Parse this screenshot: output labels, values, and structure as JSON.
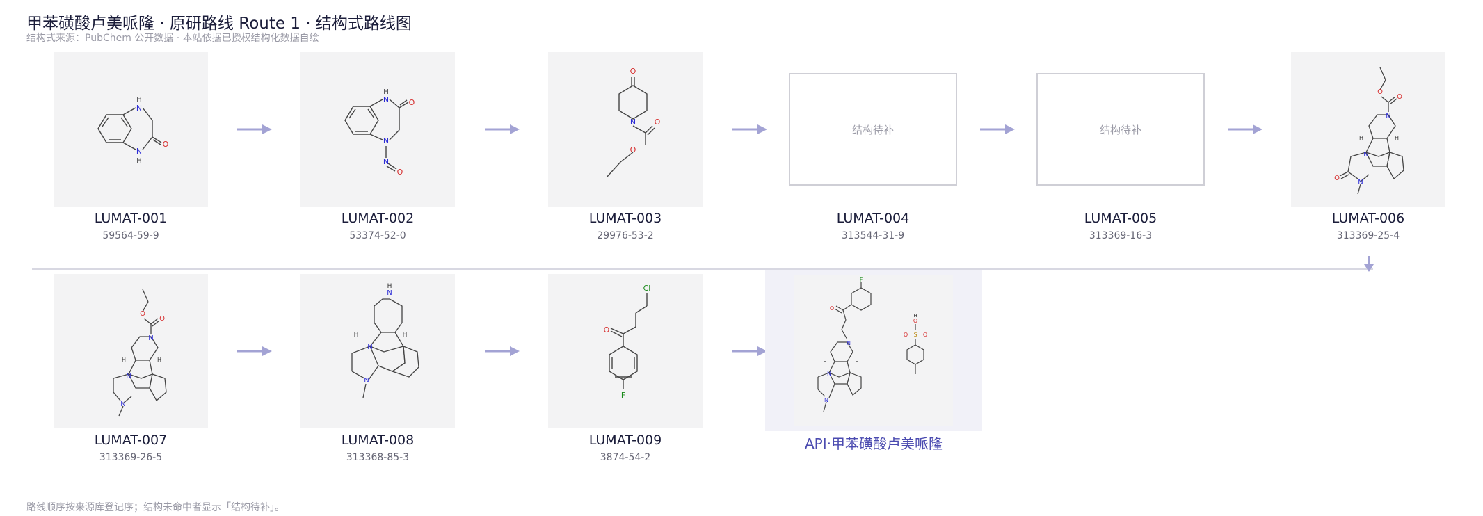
{
  "header": {
    "title": "甲苯磺酸卢美哌隆 · 原研路线 Route 1 · 结构式路线图",
    "subtitle": "结构式来源：PubChem 公开数据 · 本站依据已授权结构化数据自绘"
  },
  "pending_label": "结构待补",
  "steps": [
    {
      "code": "LUMAT-001",
      "cas": "59564-59-9"
    },
    {
      "code": "LUMAT-002",
      "cas": "53374-52-0"
    },
    {
      "code": "LUMAT-003",
      "cas": "29976-53-2"
    },
    {
      "code": "LUMAT-004",
      "cas": "313544-31-9"
    },
    {
      "code": "LUMAT-005",
      "cas": "313369-16-3"
    },
    {
      "code": "LUMAT-006",
      "cas": "313369-25-4"
    },
    {
      "code": "LUMAT-007",
      "cas": "313369-26-5"
    },
    {
      "code": "LUMAT-008",
      "cas": "313368-85-3"
    },
    {
      "code": "LUMAT-009",
      "cas": "3874-54-2"
    }
  ],
  "api": {
    "label": "API·甲苯磺酸卢美哌隆"
  },
  "colors": {
    "arrow": "#a3a3d4",
    "api_label": "#4b4bb0",
    "nitrogen": "#2c2cd6",
    "oxygen": "#d62c2c",
    "halogen": "#1a8a1a"
  },
  "footnote": "路线顺序按来源库登记序；结构未命中者显示「结构待补」。"
}
